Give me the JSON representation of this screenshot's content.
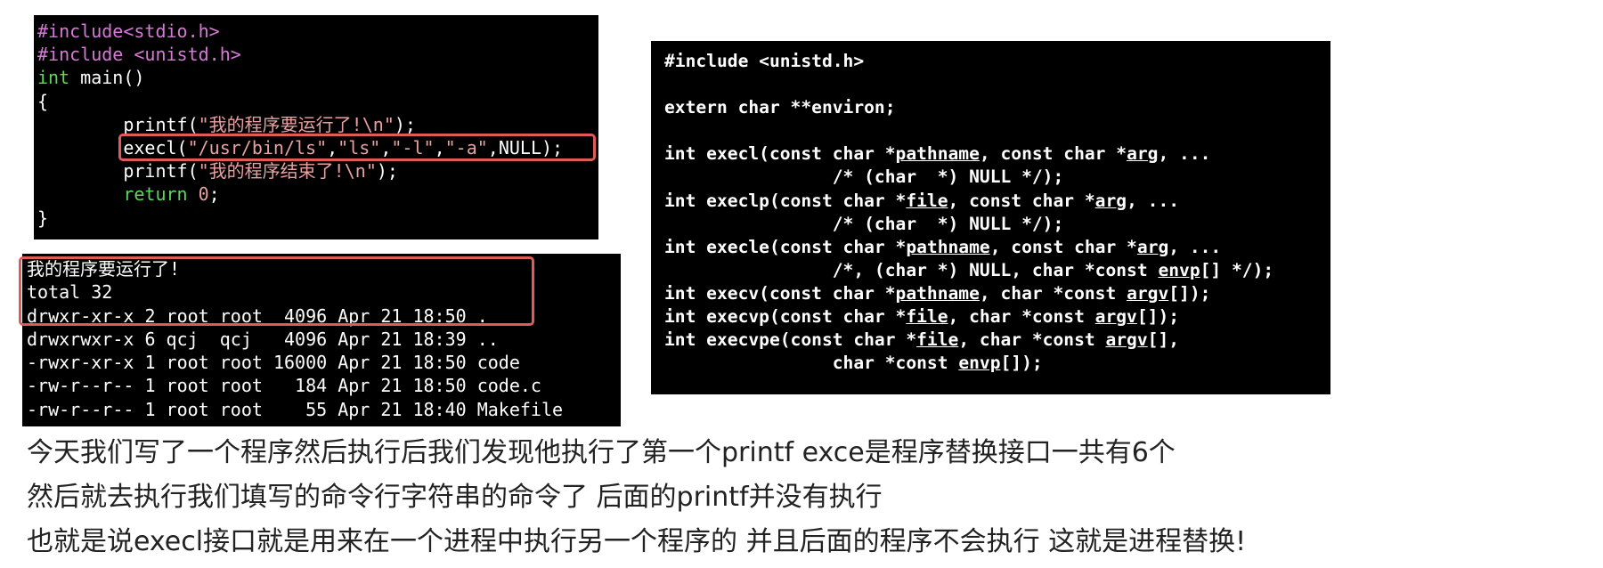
{
  "code_block": {
    "lines": [
      [
        {
          "t": "#include<stdio.h>",
          "c": "pp"
        }
      ],
      [
        {
          "t": "#include <unistd.h>",
          "c": "pp"
        }
      ],
      [
        {
          "t": "int",
          "c": "kw"
        },
        {
          "t": " main()",
          "c": ""
        }
      ],
      [
        {
          "t": "{",
          "c": ""
        }
      ],
      [
        {
          "t": "        printf(",
          "c": ""
        },
        {
          "t": "\"我的程序要运行了!",
          "c": "str"
        },
        {
          "t": "\\n",
          "c": "esc"
        },
        {
          "t": "\"",
          "c": "str"
        },
        {
          "t": ");",
          "c": ""
        }
      ],
      [
        {
          "t": "        execl(",
          "c": ""
        },
        {
          "t": "\"/usr/bin/ls\"",
          "c": "str"
        },
        {
          "t": ",",
          "c": ""
        },
        {
          "t": "\"ls\"",
          "c": "str"
        },
        {
          "t": ",",
          "c": ""
        },
        {
          "t": "\"-l\"",
          "c": "str"
        },
        {
          "t": ",",
          "c": ""
        },
        {
          "t": "\"-a\"",
          "c": "str"
        },
        {
          "t": ",NULL);",
          "c": ""
        }
      ],
      [
        {
          "t": "        printf(",
          "c": ""
        },
        {
          "t": "\"我的程序结束了!",
          "c": "str"
        },
        {
          "t": "\\n",
          "c": "esc"
        },
        {
          "t": "\"",
          "c": "str"
        },
        {
          "t": ");",
          "c": ""
        }
      ],
      [
        {
          "t": "        ",
          "c": ""
        },
        {
          "t": "return",
          "c": "kw"
        },
        {
          "t": " ",
          "c": ""
        },
        {
          "t": "0",
          "c": "num"
        },
        {
          "t": ";",
          "c": ""
        }
      ],
      [
        {
          "t": "}",
          "c": ""
        }
      ]
    ]
  },
  "terminal": {
    "lines": [
      "我的程序要运行了!",
      "total 32",
      "drwxr-xr-x 2 root root  4096 Apr 21 18:50 .",
      "drwxrwxr-x 6 qcj  qcj   4096 Apr 21 18:39 ..",
      "-rwxr-xr-x 1 root root 16000 Apr 21 18:50 code",
      "-rw-r--r-- 1 root root   184 Apr 21 18:50 code.c",
      "-rw-r--r-- 1 root root    55 Apr 21 18:40 Makefile"
    ]
  },
  "man_page": {
    "lines": [
      [
        {
          "t": "#include <unistd.h>",
          "u": false
        }
      ],
      [
        {
          "t": "",
          "u": false
        }
      ],
      [
        {
          "t": "extern char **environ;",
          "u": false
        }
      ],
      [
        {
          "t": "",
          "u": false
        }
      ],
      [
        {
          "t": "int execl(const char *",
          "u": false
        },
        {
          "t": "pathname",
          "u": true
        },
        {
          "t": ", const char *",
          "u": false
        },
        {
          "t": "arg",
          "u": true
        },
        {
          "t": ", ...",
          "u": false
        }
      ],
      [
        {
          "t": "                /* (char  *) NULL */);",
          "u": false
        }
      ],
      [
        {
          "t": "int execlp(const char *",
          "u": false
        },
        {
          "t": "file",
          "u": true
        },
        {
          "t": ", const char *",
          "u": false
        },
        {
          "t": "arg",
          "u": true
        },
        {
          "t": ", ...",
          "u": false
        }
      ],
      [
        {
          "t": "                /* (char  *) NULL */);",
          "u": false
        }
      ],
      [
        {
          "t": "int execle(const char *",
          "u": false
        },
        {
          "t": "pathname",
          "u": true
        },
        {
          "t": ", const char *",
          "u": false
        },
        {
          "t": "arg",
          "u": true
        },
        {
          "t": ", ...",
          "u": false
        }
      ],
      [
        {
          "t": "                /*, (char *) NULL, char *const ",
          "u": false
        },
        {
          "t": "envp",
          "u": true
        },
        {
          "t": "[] */);",
          "u": false
        }
      ],
      [
        {
          "t": "int execv(const char *",
          "u": false
        },
        {
          "t": "pathname",
          "u": true
        },
        {
          "t": ", char *const ",
          "u": false
        },
        {
          "t": "argv",
          "u": true
        },
        {
          "t": "[]);",
          "u": false
        }
      ],
      [
        {
          "t": "int execvp(const char *",
          "u": false
        },
        {
          "t": "file",
          "u": true
        },
        {
          "t": ", char *const ",
          "u": false
        },
        {
          "t": "argv",
          "u": true
        },
        {
          "t": "[]);",
          "u": false
        }
      ],
      [
        {
          "t": "int execvpe(const char *",
          "u": false
        },
        {
          "t": "file",
          "u": true
        },
        {
          "t": ", char *const ",
          "u": false
        },
        {
          "t": "argv",
          "u": true
        },
        {
          "t": "[],",
          "u": false
        }
      ],
      [
        {
          "t": "                char *const ",
          "u": false
        },
        {
          "t": "envp",
          "u": true
        },
        {
          "t": "[]);",
          "u": false
        }
      ]
    ]
  },
  "caption": {
    "line1": "今天我们写了一个程序然后执行后我们发现他执行了第一个printf  exce是程序替换接口一共有6个",
    "line2": "然后就去执行我们填写的命令行字符串的命令了 后面的printf并没有执行",
    "line3": "也就是说execl接口就是用来在一个进程中执行另一个程序的 并且后面的程序不会执行 这就是进程替换!"
  },
  "colors": {
    "highlight_box": "#e05a56",
    "preprocessor": "#d878d8",
    "keyword": "#5fd75f",
    "string": "#e8a0a0",
    "panel_bg": "#000000"
  }
}
